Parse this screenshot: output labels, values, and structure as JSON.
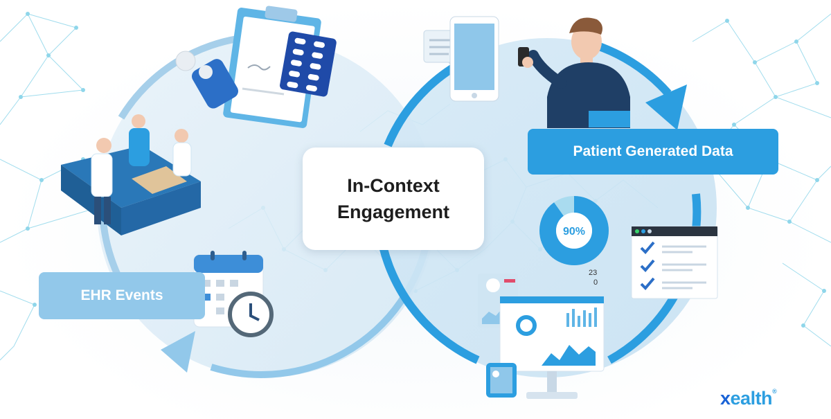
{
  "labels": {
    "ehr_events": "EHR Events",
    "patient_generated_data": "Patient Generated Data",
    "center": "In-Context\nEngagement"
  },
  "donut": {
    "percent_text": "90%",
    "value": 90,
    "unit": "percent"
  },
  "stray_numbers": {
    "top": "23",
    "bottom": "0"
  },
  "logo": {
    "x": "x",
    "rest": "ealth",
    "reg": "®"
  },
  "colors": {
    "dark_blue": "#2c9ee0",
    "light_blue": "#92c8ea",
    "pale_blue": "#cfe5f3",
    "navy": "#1f3f66",
    "logo_blue": "#1a63d6"
  },
  "icons": [
    "surgery-scene-icon",
    "clipboard-icon",
    "pill-blister-icon",
    "calendar-icon",
    "clock-icon",
    "chat-bubble-icon",
    "smartphone-icon",
    "patient-person-icon",
    "checklist-window-icon",
    "patient-profile-card-icon",
    "monitor-dashboard-icon",
    "tablet-icon"
  ]
}
